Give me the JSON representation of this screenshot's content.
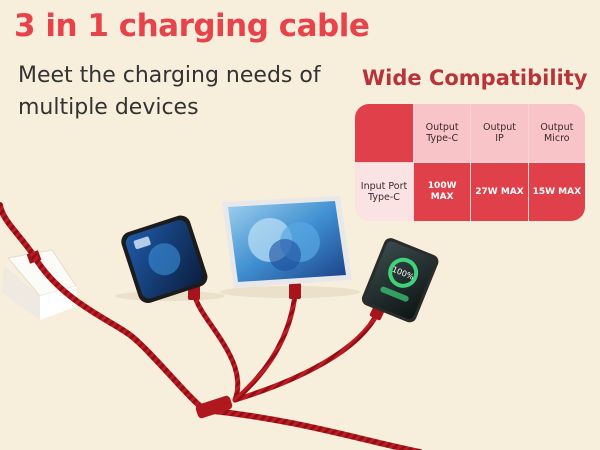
{
  "headline": "3 in 1 charging cable",
  "subheadline": "Meet the charging needs of multiple devices",
  "compatibility": {
    "title": "Wide Compatibility",
    "columns": [
      "Output\nType-C",
      "Output\nIP",
      "Output\nMicro"
    ],
    "row_label": "Input Port\nType-C",
    "values": [
      "100W MAX",
      "27W MAX",
      "15W MAX"
    ]
  },
  "phone_screen_text": "100%",
  "colors": {
    "accent": "#e8434b",
    "table_red": "#e0404a",
    "background": "#f7efdc",
    "cable": "#b3161e"
  }
}
